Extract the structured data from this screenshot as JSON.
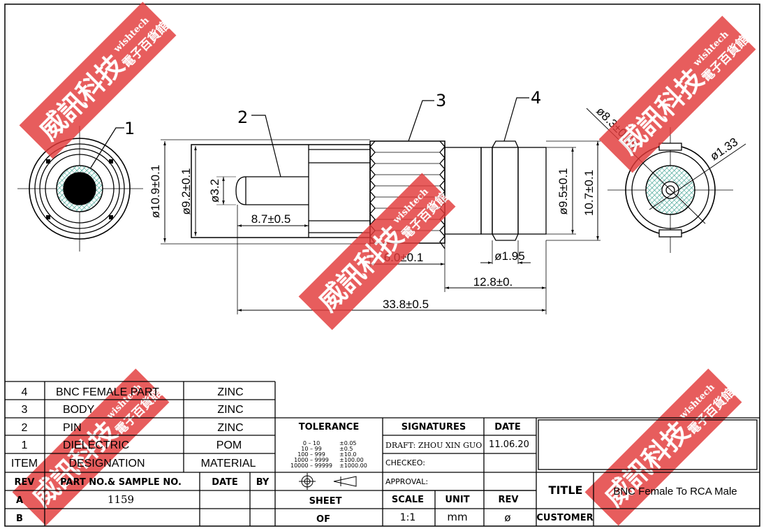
{
  "colors": {
    "line": "#000000",
    "hatch": "#3aa08f",
    "watermark": "#e23a3a"
  },
  "watermark": {
    "chinese": "威訊科技",
    "english": "wishtech",
    "sub": "電子百貨館"
  },
  "callouts": [
    "1",
    "2",
    "3",
    "4"
  ],
  "dimensions": {
    "d_left": "ø10.9±0.1",
    "d_inner": "ø9.2±0.1",
    "d_pin": "ø3.2",
    "l_pin": "8.7±0.5",
    "l_knurl": "6.0±0.1",
    "d_groove": "ø1.95",
    "l_rca": "12.8±0.",
    "l_total": "33.8±0.5",
    "d_rca": "ø9.5±0.1",
    "h_rca": "10.7±0.1",
    "d_rca_body": "ø8.3±0.05",
    "d_rca_pin": "ø1.33"
  },
  "items": [
    {
      "item": "4",
      "designation": "BNC  FEMALE  PART",
      "material": "ZINC"
    },
    {
      "item": "3",
      "designation": "BODY",
      "material": "ZINC"
    },
    {
      "item": "2",
      "designation": "PIN",
      "material": "ZINC"
    },
    {
      "item": "1",
      "designation": "DIELECTRIC",
      "material": "POM"
    }
  ],
  "item_header": {
    "item": "ITEM",
    "designation": "DESIGNATION",
    "material": "MATERIAL"
  },
  "rev_header": {
    "rev": "REV",
    "part": "PART NO.& SAMPLE NO.",
    "date": "DATE",
    "by": "BY"
  },
  "rev_rows": [
    {
      "rev": "A",
      "part": "1159"
    },
    {
      "rev": "B",
      "part": ""
    }
  ],
  "tolerance": {
    "label": "TOLERANCE",
    "rows": [
      {
        "range": "0  –  10",
        "tol": "±0.05"
      },
      {
        "range": "10  –  99",
        "tol": "±0.5"
      },
      {
        "range": "100  –  999",
        "tol": "±10.0"
      },
      {
        "range": "1000  –  9999",
        "tol": "±100.00"
      },
      {
        "range": "10000  –  99999",
        "tol": "±1000.00"
      }
    ]
  },
  "signatures": {
    "label": "SIGNATURES",
    "date_label": "DATE",
    "draft": "DRAFT: ZHOU  XIN  GUO",
    "draft_date": "11.06.20",
    "checked": "CHECKEO:",
    "approval": "APPROVAL:"
  },
  "sheet": {
    "sheet_label": "SHEET",
    "of_label": "OF",
    "scale_label": "SCALE",
    "scale": "1:1",
    "unit_label": "UNIT",
    "unit": "mm",
    "rev_label": "REV",
    "rev": "ø"
  },
  "title_block": {
    "title_label": "TITLE",
    "title": "BNC  Female  To  RCA  Male",
    "customer_label": "CUSTOMER"
  }
}
